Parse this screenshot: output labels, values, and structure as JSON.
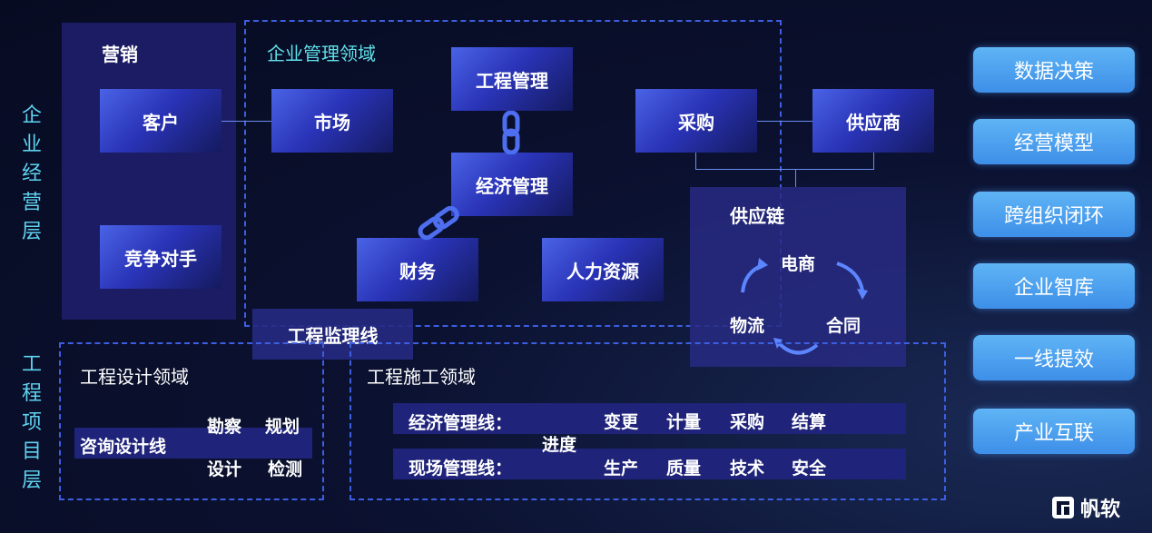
{
  "side_labels": {
    "enterprise": "企业经营层",
    "project": "工程项目层"
  },
  "marketing": {
    "title": "营销",
    "customer": "客户",
    "competitor": "竞争对手"
  },
  "enterprise_mgmt": {
    "title": "企业管理领域",
    "market": "市场",
    "engineering": "工程管理",
    "economic": "经济管理",
    "finance": "财务",
    "hr": "人力资源",
    "procurement": "采购",
    "supplier": "供应商"
  },
  "supply_chain": {
    "title": "供应链",
    "ecommerce": "电商",
    "logistics": "物流",
    "contract": "合同"
  },
  "supervision": "工程监理线",
  "design": {
    "title": "工程设计领域",
    "consult": "咨询设计线",
    "items": [
      "勘察",
      "规划",
      "设计",
      "检测"
    ]
  },
  "construction": {
    "title": "工程施工领域",
    "econ_line": "经济管理线：",
    "site_line": "现场管理线：",
    "progress": "进度",
    "econ_items": [
      "变更",
      "计量",
      "采购",
      "结算"
    ],
    "site_items": [
      "生产",
      "质量",
      "技术",
      "安全"
    ]
  },
  "right_buttons": [
    "数据决策",
    "经营模型",
    "跨组织闭环",
    "企业智库",
    "一线提效",
    "产业互联"
  ],
  "logo_text": "帆软"
}
